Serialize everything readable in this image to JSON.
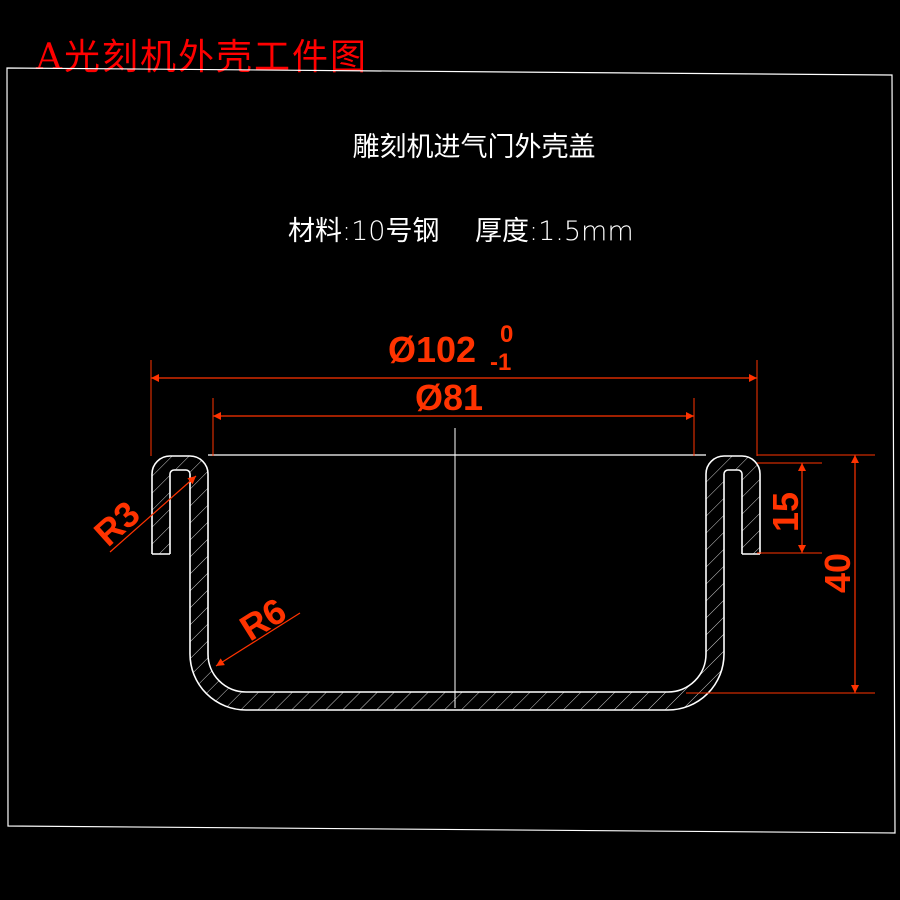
{
  "overlay": {
    "title": "A光刻机外壳工件图"
  },
  "drawing": {
    "part_name": "雕刻机进气门外壳盖",
    "material_label": "材料:10号钢",
    "thickness_label": "厚度:1.5mm"
  },
  "dimensions": {
    "outer_diameter": "Ø102",
    "outer_tol_upper": "0",
    "outer_tol_lower": "-1",
    "inner_diameter": "Ø81",
    "radius_flange": "R3",
    "radius_bottom": "R6",
    "flange_height": "15",
    "total_height": "40"
  },
  "colors": {
    "background": "#000000",
    "frame_line": "#ffffff",
    "dimension": "#ff3300",
    "title": "#ff0000"
  }
}
